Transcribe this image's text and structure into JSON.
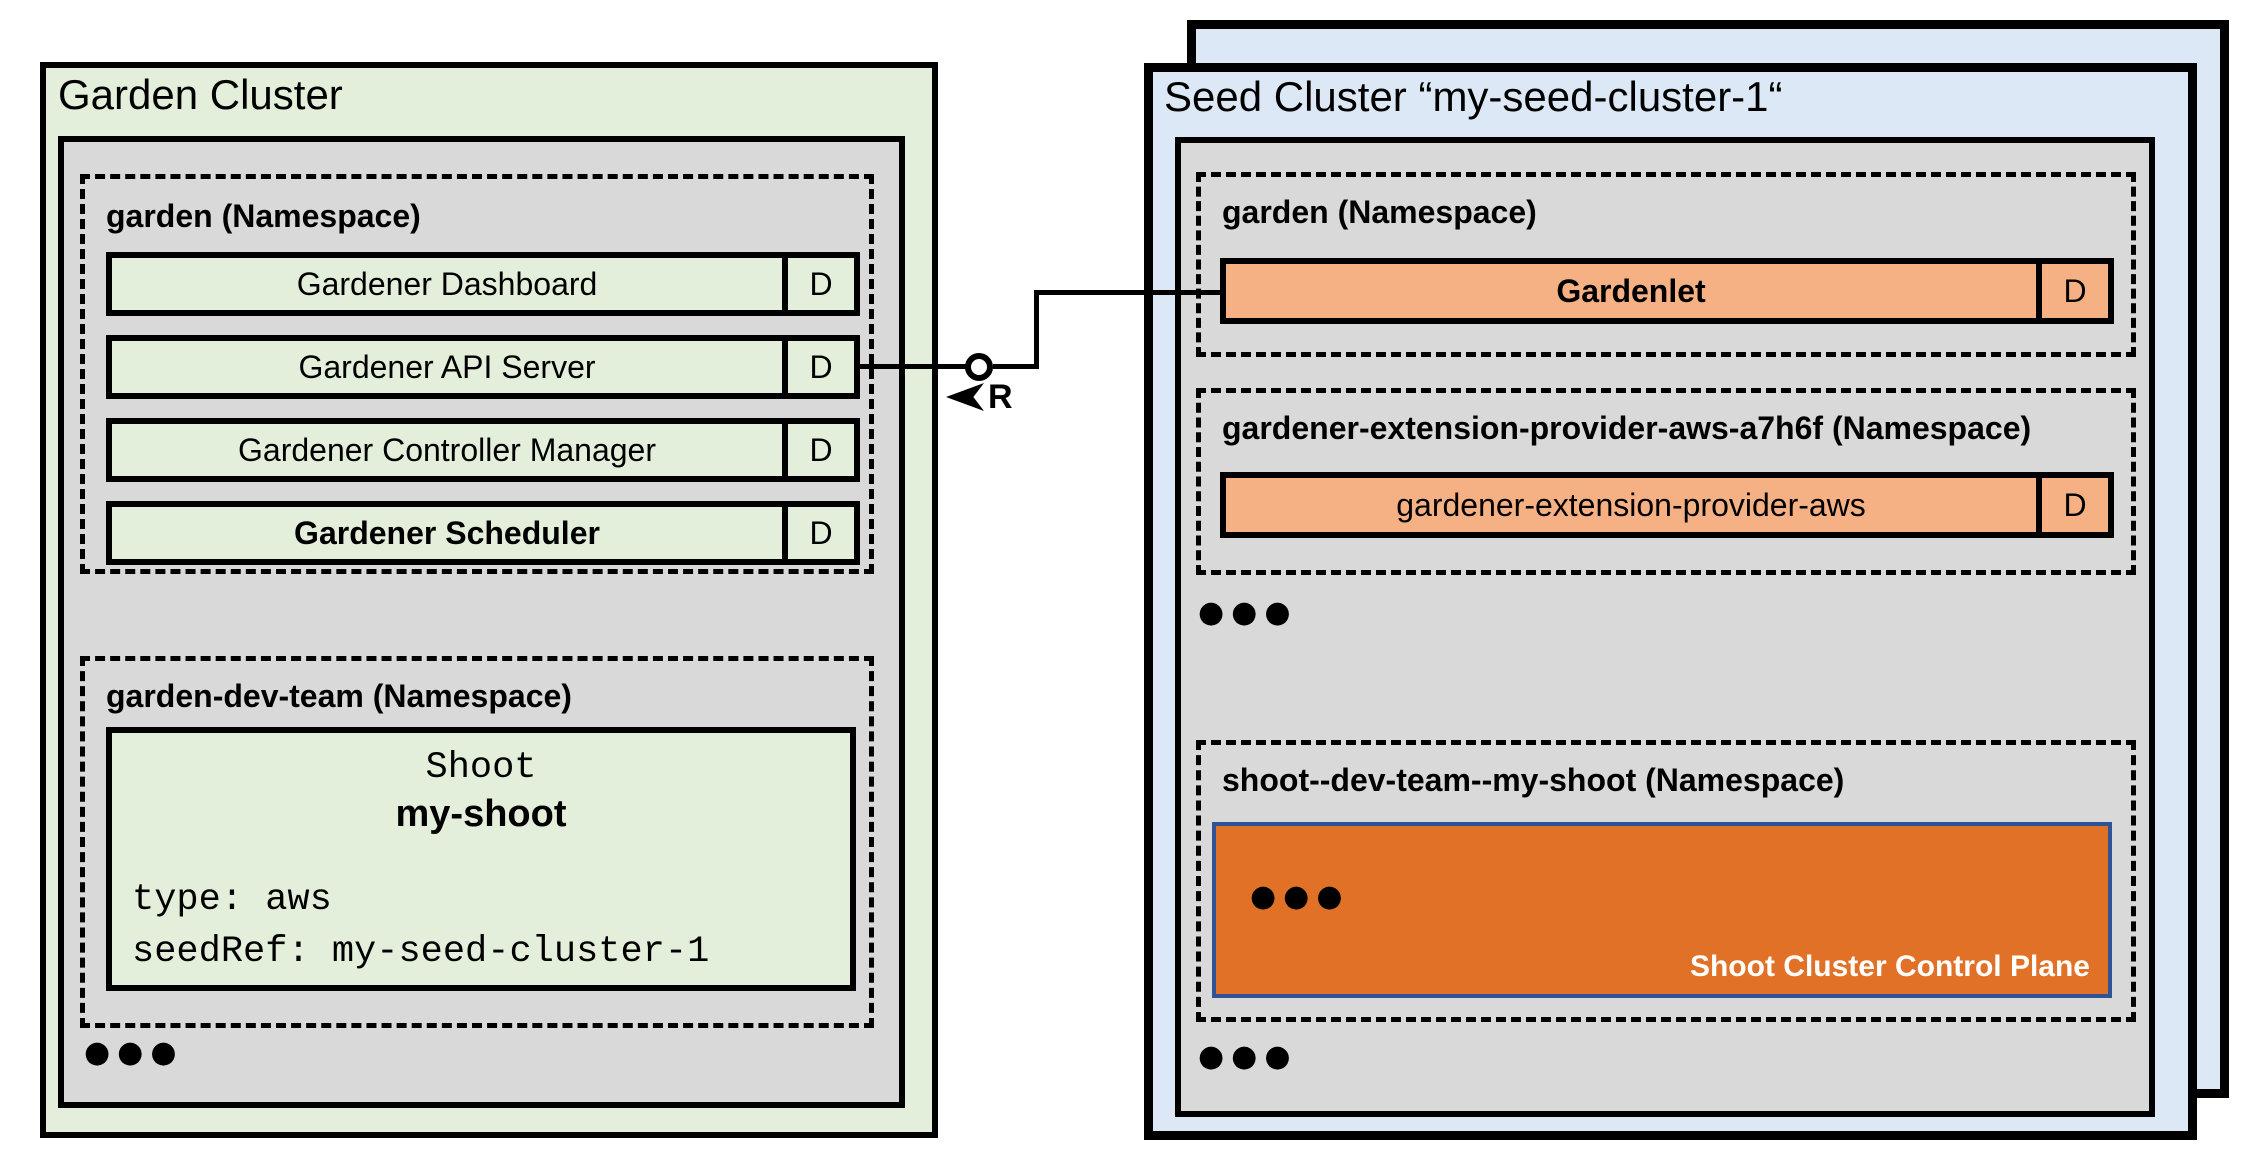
{
  "colors": {
    "panel-green": "#e3efda",
    "panel-blue": "#dce8f5",
    "panel-gray": "#d9d9d9",
    "component-green": "#e3efda",
    "component-orange": "#f5b183",
    "control-plane-orange": "#e07127",
    "control-plane-border": "#2f5496"
  },
  "garden": {
    "title": "Garden Cluster",
    "namespaces": [
      {
        "label": "garden (Namespace)",
        "components": [
          {
            "label": "Gardener Dashboard",
            "badge": "D"
          },
          {
            "label": "Gardener API Server",
            "badge": "D"
          },
          {
            "label": "Gardener Controller Manager",
            "badge": "D"
          },
          {
            "label": "Gardener Scheduler",
            "badge": "D"
          }
        ]
      },
      {
        "label": "garden-dev-team (Namespace)",
        "shoot": {
          "kind": "Shoot",
          "name": "my-shoot",
          "spec": [
            "type: aws",
            "seedRef: my-seed-cluster-1"
          ]
        }
      }
    ],
    "ellipsis": "●●●"
  },
  "connector": {
    "label": "R"
  },
  "seed": {
    "title": "Seed Cluster “my-seed-cluster-1“",
    "namespaces": [
      {
        "label": "garden (Namespace)",
        "component": {
          "label": "Gardenlet",
          "badge": "D"
        }
      },
      {
        "label": "gardener-extension-provider-aws-a7h6f (Namespace)",
        "component": {
          "label": "gardener-extension-provider-aws",
          "badge": "D"
        }
      },
      {
        "label": "shoot--dev-team--my-shoot (Namespace)",
        "control_plane": {
          "ellipsis": "●●●",
          "label": "Shoot Cluster Control Plane"
        }
      }
    ],
    "ellipsis_middle": "●●●",
    "ellipsis_bottom": "●●●"
  }
}
